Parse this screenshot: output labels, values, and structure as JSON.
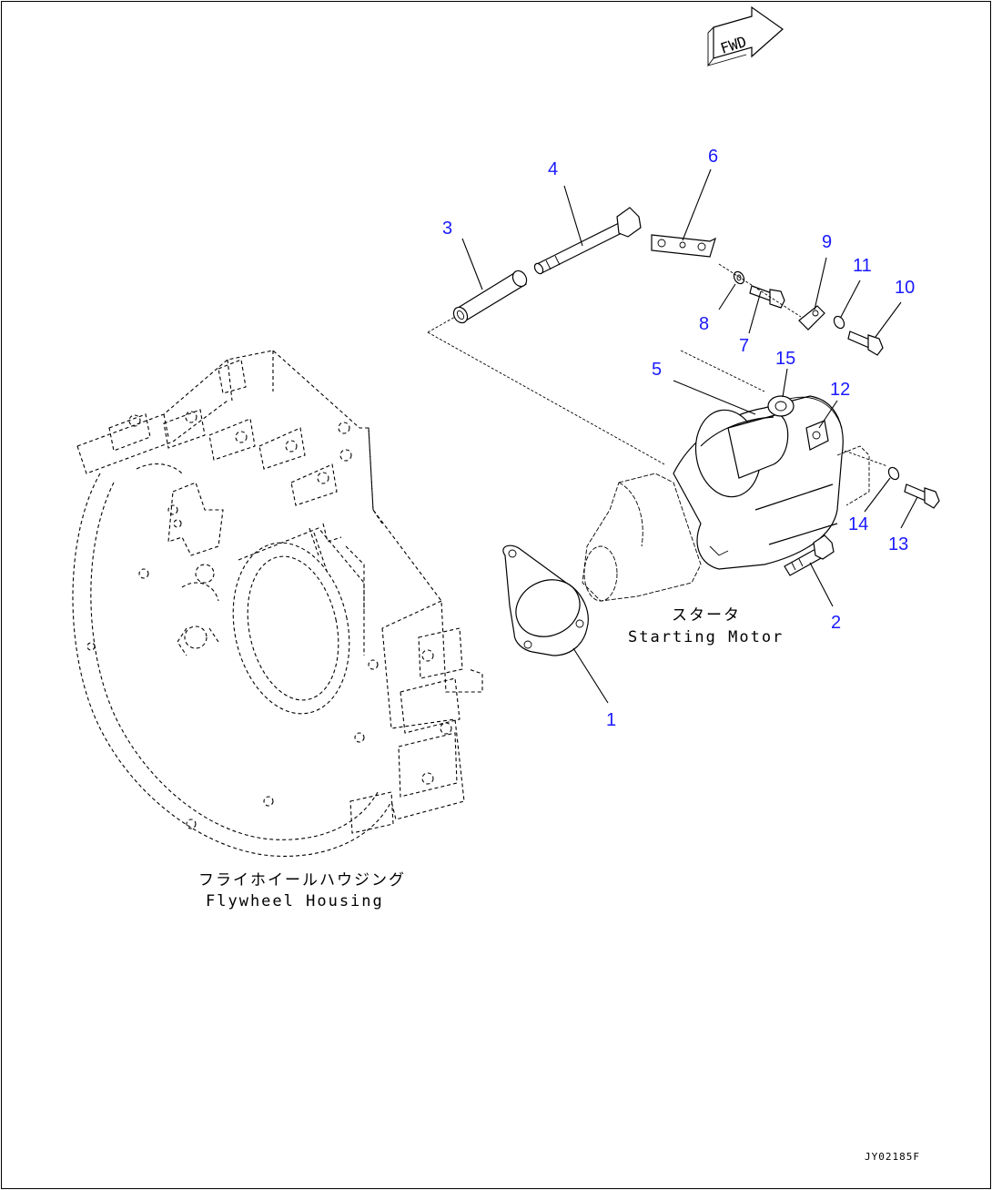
{
  "fwd_label": "FWD",
  "drawing_code": "JY02185F",
  "flywheel": {
    "label_jp": "フライホイールハウジング",
    "label_en": "Flywheel Housing"
  },
  "starter": {
    "label_jp": "スタータ",
    "label_en": "Starting Motor"
  },
  "callouts": [
    {
      "id": "callout-1",
      "text": "1"
    },
    {
      "id": "callout-2",
      "text": "2"
    },
    {
      "id": "callout-3",
      "text": "3"
    },
    {
      "id": "callout-4",
      "text": "4"
    },
    {
      "id": "callout-5",
      "text": "5"
    },
    {
      "id": "callout-6",
      "text": "6"
    },
    {
      "id": "callout-7",
      "text": "7"
    },
    {
      "id": "callout-8",
      "text": "8"
    },
    {
      "id": "callout-9",
      "text": "9"
    },
    {
      "id": "callout-10",
      "text": "10"
    },
    {
      "id": "callout-11",
      "text": "11"
    },
    {
      "id": "callout-12",
      "text": "12"
    },
    {
      "id": "callout-13",
      "text": "13"
    },
    {
      "id": "callout-14",
      "text": "14"
    },
    {
      "id": "callout-15",
      "text": "15"
    }
  ],
  "colors": {
    "callout": "#1a1aff",
    "line": "#000000",
    "background": "#ffffff"
  }
}
